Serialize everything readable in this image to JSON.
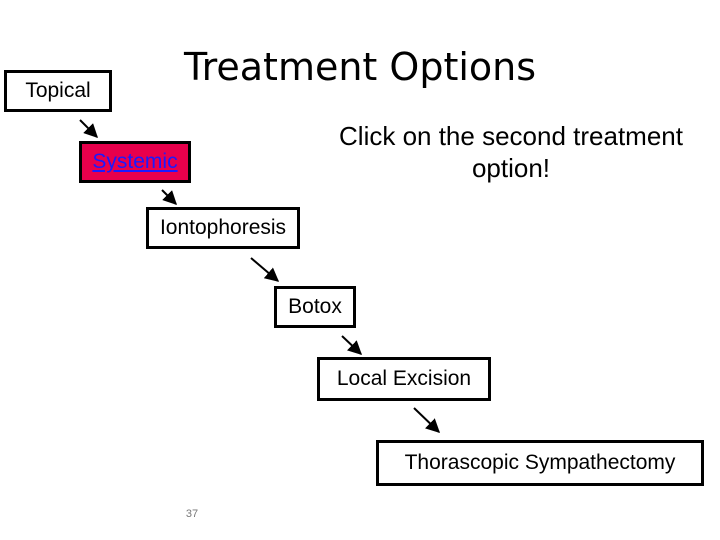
{
  "slide": {
    "title": "Treatment Options",
    "instruction": "Click on the second treatment option!",
    "page_number": "37"
  },
  "options": {
    "topical": "Topical",
    "systemic": "Systemic",
    "iontophoresis": "Iontophoresis",
    "botox": "Botox",
    "local_excision": "Local Excision",
    "thorascopic_sympathectomy": "Thorascopic Sympathectomy"
  },
  "colors": {
    "systemic_fill": "#e8004c",
    "link_text": "#1a1aff"
  }
}
